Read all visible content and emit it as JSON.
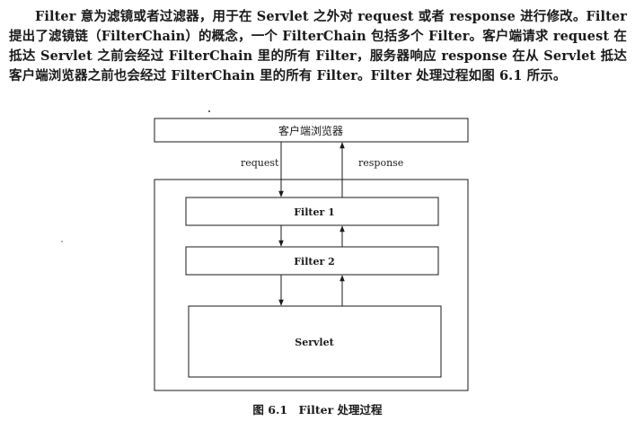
{
  "paragraph": "Filter 意为滤镜或者过滤器，用于在 Servlet 之外对 request 或者 response 进行修改。Filter 提出了滤镜链（FilterChain）的概念，一个 FilterChain 包括多个 Filter。客户端请求 request 在抵达 Servlet 之前会经过 FilterChain 里的所有 Filter，服务器响应 response 在从 Servlet 抵达客户端浏览器之前也会经过 FilterChain 里的所有 Filter。Filter 处理过程如图 6.1 所示。",
  "diagram": {
    "browser_label": "客户端浏览器",
    "request_label": "request",
    "response_label": "response",
    "filter1_label": "Filter 1",
    "filter2_label": "Filter 2",
    "servlet_label": "Servlet"
  },
  "caption": "图 6.1　Filter 处理过程"
}
